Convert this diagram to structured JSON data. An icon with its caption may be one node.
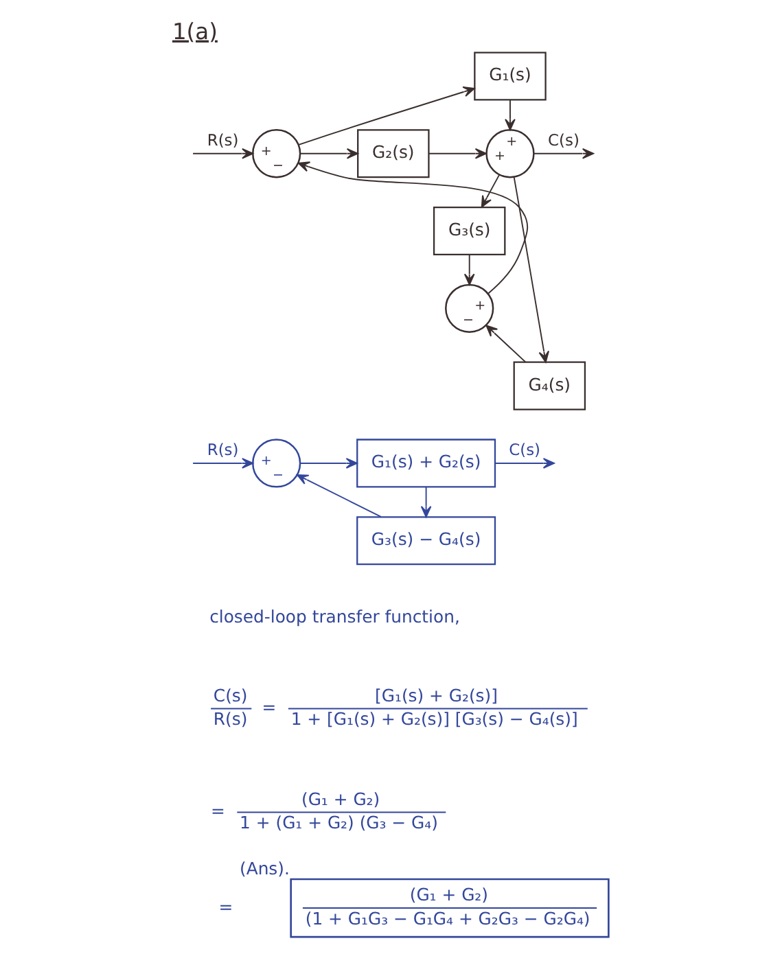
{
  "diagram": {
    "title": "1(a)",
    "nodes": [
      {
        "text": [
          "+",
          "−"
        ]
      },
      {
        "text": [
          "G₁(s)"
        ]
      },
      {
        "text": [
          "G₂(s)"
        ]
      },
      {
        "text": [
          "+",
          "+"
        ]
      },
      {
        "text": [
          "+",
          "−"
        ]
      },
      {
        "text": [
          "G₃(s)"
        ]
      },
      {
        "text": [
          "G₄(s)"
        ]
      },
      {
        "text": [
          "+",
          "−"
        ]
      },
      {
        "text": [
          "G₁(s) + G₂(s)"
        ]
      },
      {
        "text": [
          "G₃(s) − G₄(s)"
        ]
      },
      {
        "text": [
          "(G₁ + G₂)",
          "(1 + G₁G₃ − G₁G₄ + G₂G₃ − G₂G₄)"
        ],
        "beside": [
          "(Ans)."
        ]
      }
    ],
    "edges": [
      {
        "from": null,
        "to": 0,
        "arrow": "to",
        "label": "R(s)"
      },
      {
        "from": 0,
        "to": 1,
        "arrow": "to"
      },
      {
        "from": 0,
        "to": 2,
        "arrow": "to"
      },
      {
        "from": 1,
        "to": 3,
        "arrow": "to"
      },
      {
        "from": 2,
        "to": 3,
        "arrow": "to"
      },
      {
        "from": 3,
        "to": null,
        "arrow": "to",
        "label": "C(s)"
      },
      {
        "from": 3,
        "to": 5,
        "arrow": "to"
      },
      {
        "from": 3,
        "to": 6,
        "arrow": "to"
      },
      {
        "from": 5,
        "to": 4,
        "arrow": "to"
      },
      {
        "from": 6,
        "to": 4,
        "arrow": "to"
      },
      {
        "from": 4,
        "to": 0,
        "arrow": "to"
      },
      {
        "from": null,
        "to": 7,
        "arrow": "to",
        "label": "R(s)",
        "color": "#33479b"
      },
      {
        "from": 7,
        "to": 8,
        "arrow": "to",
        "color": "#33479b"
      },
      {
        "from": 8,
        "to": null,
        "arrow": "to",
        "label": "C(s)",
        "color": "#33479b"
      },
      {
        "from": 8,
        "to": 9,
        "arrow": "to",
        "color": "#33479b"
      },
      {
        "from": 9,
        "to": 7,
        "arrow": "to",
        "color": "#33479b"
      }
    ],
    "labels": [
      "closed-loop transfer function,",
      "C(s)",
      "R(s)",
      "=",
      "[G₁(s) + G₂(s)]",
      "1 + [G₁(s) + G₂(s)] [G₃(s) − G₄(s)]",
      "=",
      "(G₁ + G₂)",
      "1 + (G₁ + G₂) (G₃ − G₄)",
      "="
    ]
  }
}
